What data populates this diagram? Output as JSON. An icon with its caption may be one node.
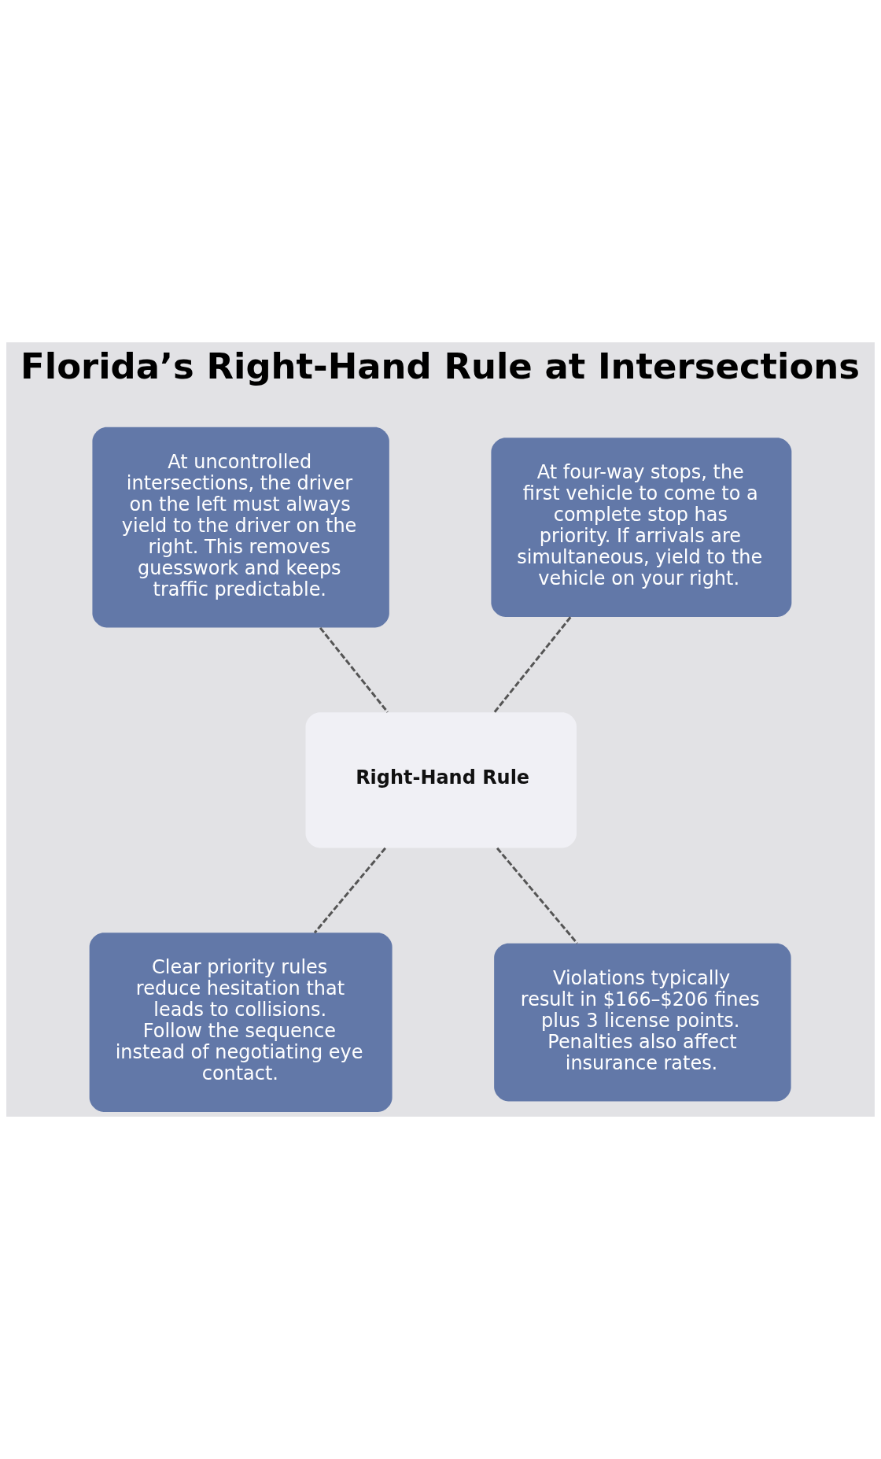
{
  "diagram": {
    "title": "Florida’s Right-Hand Rule at Intersections",
    "nodes": [
      {
        "text": [
          "At uncontrolled intersections, the driver on the left must always yield to the driver on the right. This removes guesswork and keeps traffic predictable."
        ]
      },
      {
        "text": [
          "At four-way stops, the first vehicle to come to a complete stop has priority. If arrivals are simultaneous, yield to the vehicle on your right."
        ]
      },
      {
        "text": [
          "Right-Hand Rule"
        ]
      },
      {
        "text": [
          "Clear priority rules reduce hesitation that leads to collisions. Follow the sequence instead of negotiating eye contact."
        ]
      },
      {
        "text": [
          "Violations typically result in $166–$206 fines plus 3 license points. Penalties also affect insurance rates."
        ]
      }
    ],
    "edges": [
      {
        "from": 0,
        "to": 2,
        "arrow": "none",
        "style": "dashed"
      },
      {
        "from": 1,
        "to": 2,
        "arrow": "none",
        "style": "dashed"
      },
      {
        "from": 2,
        "to": 3,
        "arrow": "none",
        "style": "dashed"
      },
      {
        "from": 2,
        "to": 4,
        "arrow": "none",
        "style": "dashed"
      }
    ]
  }
}
